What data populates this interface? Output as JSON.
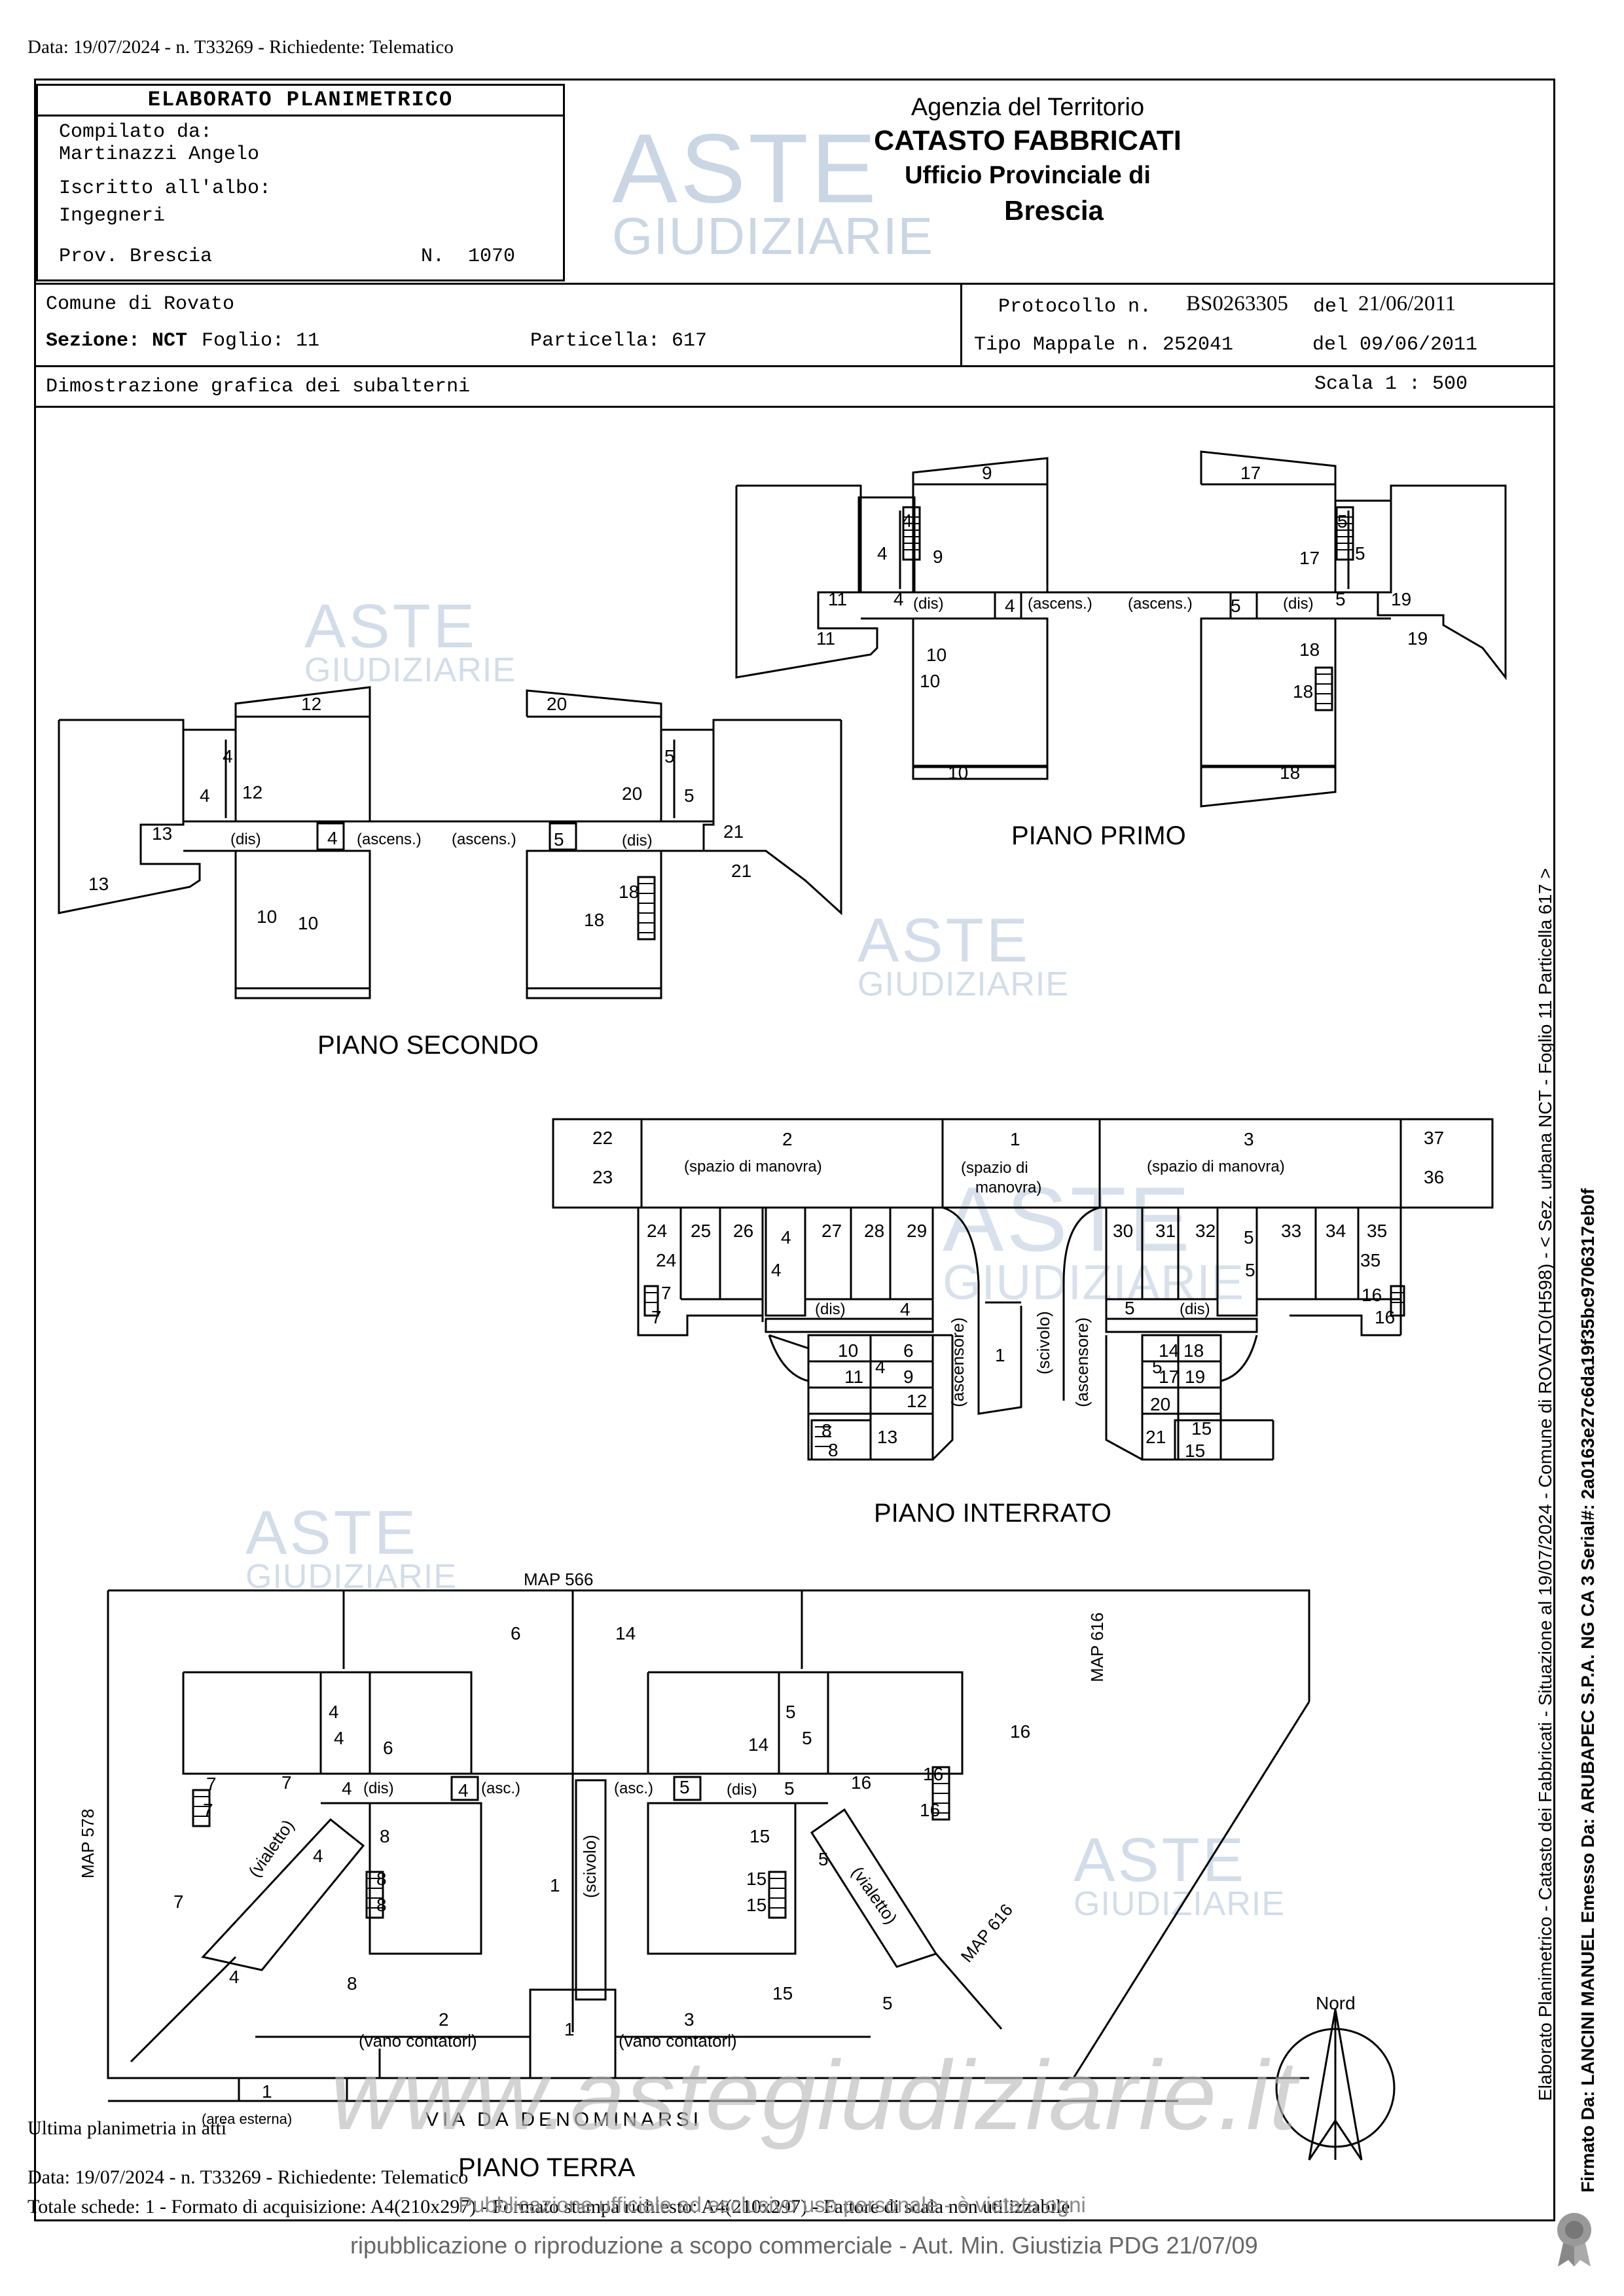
{
  "header_line": "Data: 19/07/2024 - n. T33269 - Richiedente: Telematico",
  "title_box": {
    "title": "ELABORATO PLANIMETRICO",
    "compilato_label": "Compilato da:",
    "compilato_name": "Martinazzi Angelo",
    "iscritto_label": "Iscritto all'albo:",
    "iscritto_value": "Ingegneri",
    "prov": "Prov. Brescia",
    "numero": "N.  1070"
  },
  "agency": {
    "line1": "Agenzia del Territorio",
    "line2": "CATASTO FABBRICATI",
    "line3": "Ufficio Provinciale di",
    "line4": "Brescia"
  },
  "info": {
    "comune": "Comune di Rovato",
    "sezione": "Sezione: NCT",
    "foglio": "Foglio: 11",
    "particella": "Particella: 617",
    "protocollo_label": "Protocollo n.",
    "protocollo_value": "BS0263305",
    "protocollo_del_label": "del",
    "protocollo_date": "21/06/2011",
    "tipo_mappale": "Tipo Mappale n. 252041",
    "tipo_mappale_date": "del 09/06/2011",
    "dimostrazione": "Dimostrazione grafica dei subalterni",
    "scala": "Scala 1 : 500"
  },
  "floors": {
    "primo": "PIANO PRIMO",
    "secondo": "PIANO SECONDO",
    "interrato": "PIANO INTERRATO",
    "terra": "PIANO TERRA"
  },
  "plan_labels": {
    "dis": "(dis)",
    "ascens": "(ascens.)",
    "asc": "(asc.)",
    "spazio_manovra": "(spazio di manovra)",
    "spazio_di": "(spazio di",
    "manovra": "manovra)",
    "scivolo": "(scivolo)",
    "ascensore": "(ascensore)",
    "vialetto": "(vialetto)",
    "vano_contatori": "(vano contatori)",
    "area_esterna": "(area esterna)",
    "map566": "MAP 566",
    "map578": "MAP 578",
    "map616": "MAP 616",
    "via": "VIA DA DENOMINARSI",
    "nord": "Nord"
  },
  "watermark": {
    "aste": "ASTE",
    "giudiziarie": "GIUDIZIARIE",
    "url": "www.astegiudiziarie.it",
    "pub1": "Pubblicazione ufficiale ad esclusivo uso personale - è vietata ogni",
    "pub2": "ripubblicazione o riproduzione a scopo commerciale - Aut. Min. Giustizia PDG 21/07/09"
  },
  "footer": {
    "ultima": "Ultima planimetria in atti",
    "data": "Data: 19/07/2024 - n. T33269 - Richiedente: Telematico",
    "totale": "Totale schede: 1 - Formato di acquisizione: A4(210x297) - Formato stampa richiesto: A4(210x297) - Fattore di scala non utilizzabile"
  },
  "side": {
    "line1": "Elaborato Planimetrico - Catasto dei Fabbricati - Situazione al 19/07/2024 - Comune di ROVATO(H598) - < Sez. urbana NCT - Foglio 11 Particella 617 >",
    "line2": "Firmato Da: LANCINI MANUEL Emesso Da: ARUBAPEC S.P.A. NG CA 3 Serial#: 2a0163e27c6da19f35bc9706317eb0f"
  },
  "colors": {
    "ink": "#000000",
    "watermark": "#9fb6cf",
    "url_watermark": "#bdbdbd"
  }
}
